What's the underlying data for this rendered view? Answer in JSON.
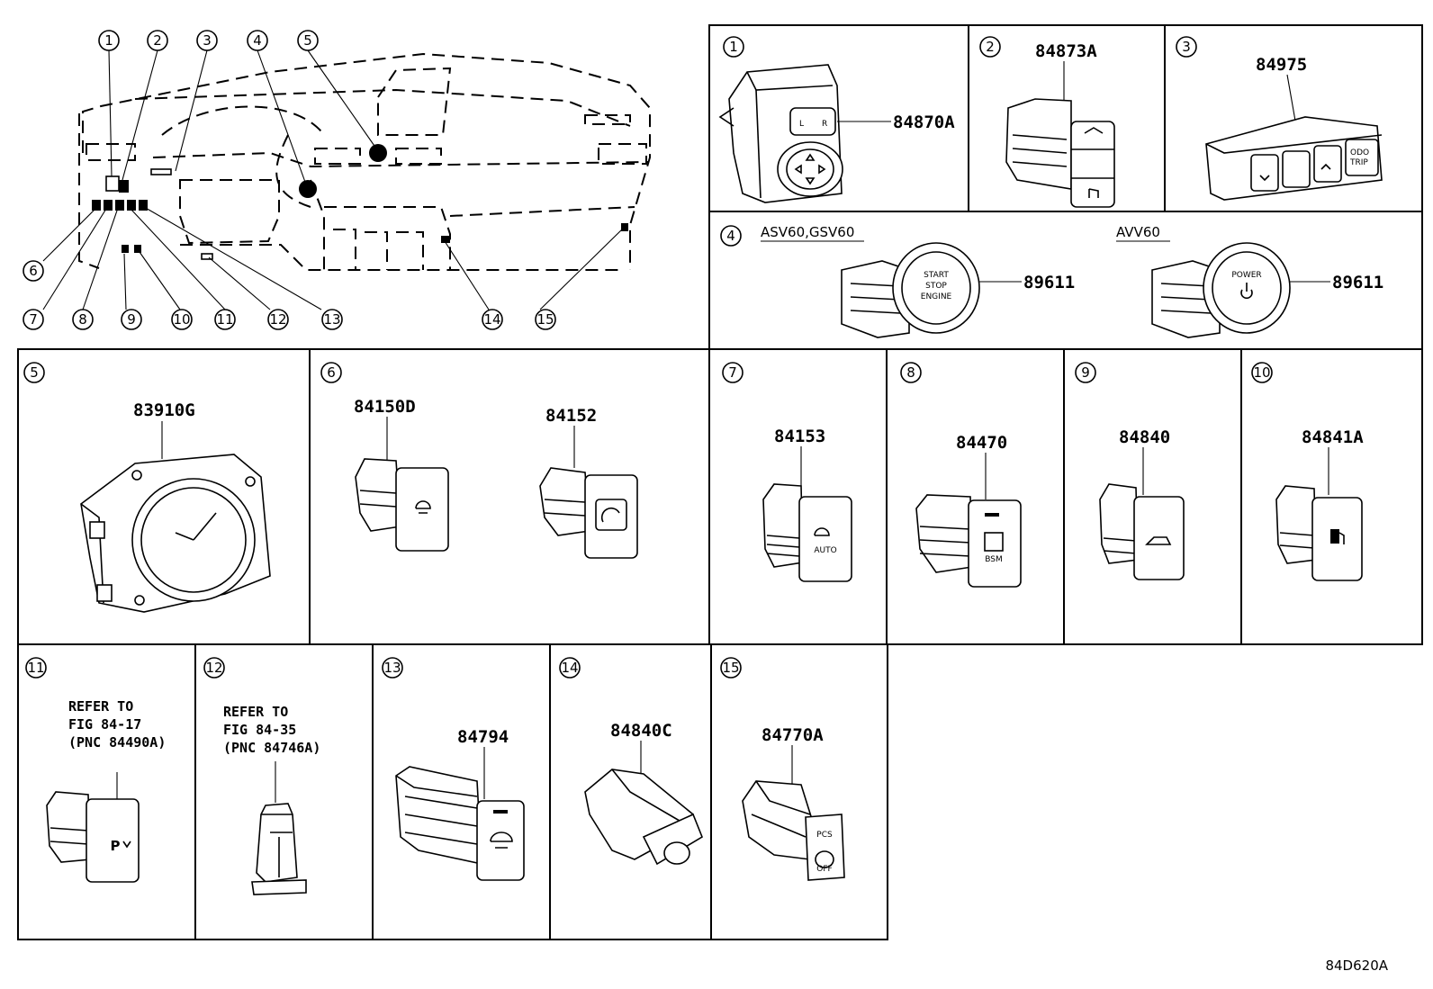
{
  "figure_code": "84D620A",
  "overview": {
    "callouts": [
      "1",
      "2",
      "3",
      "4",
      "5",
      "6",
      "7",
      "8",
      "9",
      "10",
      "11",
      "12",
      "13",
      "14",
      "15"
    ]
  },
  "panels": [
    {
      "key": "1",
      "number": "1",
      "parts": [
        "84870A"
      ]
    },
    {
      "key": "2",
      "number": "2",
      "parts": [
        "84873A"
      ]
    },
    {
      "key": "3",
      "number": "3",
      "parts": [
        "84975"
      ]
    },
    {
      "key": "4",
      "number": "4",
      "variants": [
        {
          "model": "ASV60,GSV60",
          "part": "89611",
          "button_text": [
            "START",
            "STOP",
            "ENGINE"
          ]
        },
        {
          "model": "AVV60",
          "part": "89611",
          "button_text": [
            "POWER"
          ]
        }
      ]
    },
    {
      "key": "5",
      "number": "5",
      "parts": [
        "83910G"
      ]
    },
    {
      "key": "6",
      "number": "6",
      "parts": [
        "84150D",
        "84152"
      ]
    },
    {
      "key": "7",
      "number": "7",
      "parts": [
        "84153"
      ],
      "button_text": "AUTO"
    },
    {
      "key": "8",
      "number": "8",
      "parts": [
        "84470"
      ],
      "button_text": "BSM"
    },
    {
      "key": "9",
      "number": "9",
      "parts": [
        "84840"
      ]
    },
    {
      "key": "10",
      "number": "10",
      "parts": [
        "84841A"
      ]
    },
    {
      "key": "11",
      "number": "11",
      "refer": [
        "REFER TO",
        "FIG 84-17",
        "(PNC 84490A)"
      ]
    },
    {
      "key": "12",
      "number": "12",
      "refer": [
        "REFER TO",
        "FIG 84-35",
        "(PNC 84746A)"
      ]
    },
    {
      "key": "13",
      "number": "13",
      "parts": [
        "84794"
      ]
    },
    {
      "key": "14",
      "number": "14",
      "parts": [
        "84840C"
      ]
    },
    {
      "key": "15",
      "number": "15",
      "parts": [
        "84770A"
      ],
      "button_text": [
        "PCS",
        "OFF"
      ]
    }
  ]
}
